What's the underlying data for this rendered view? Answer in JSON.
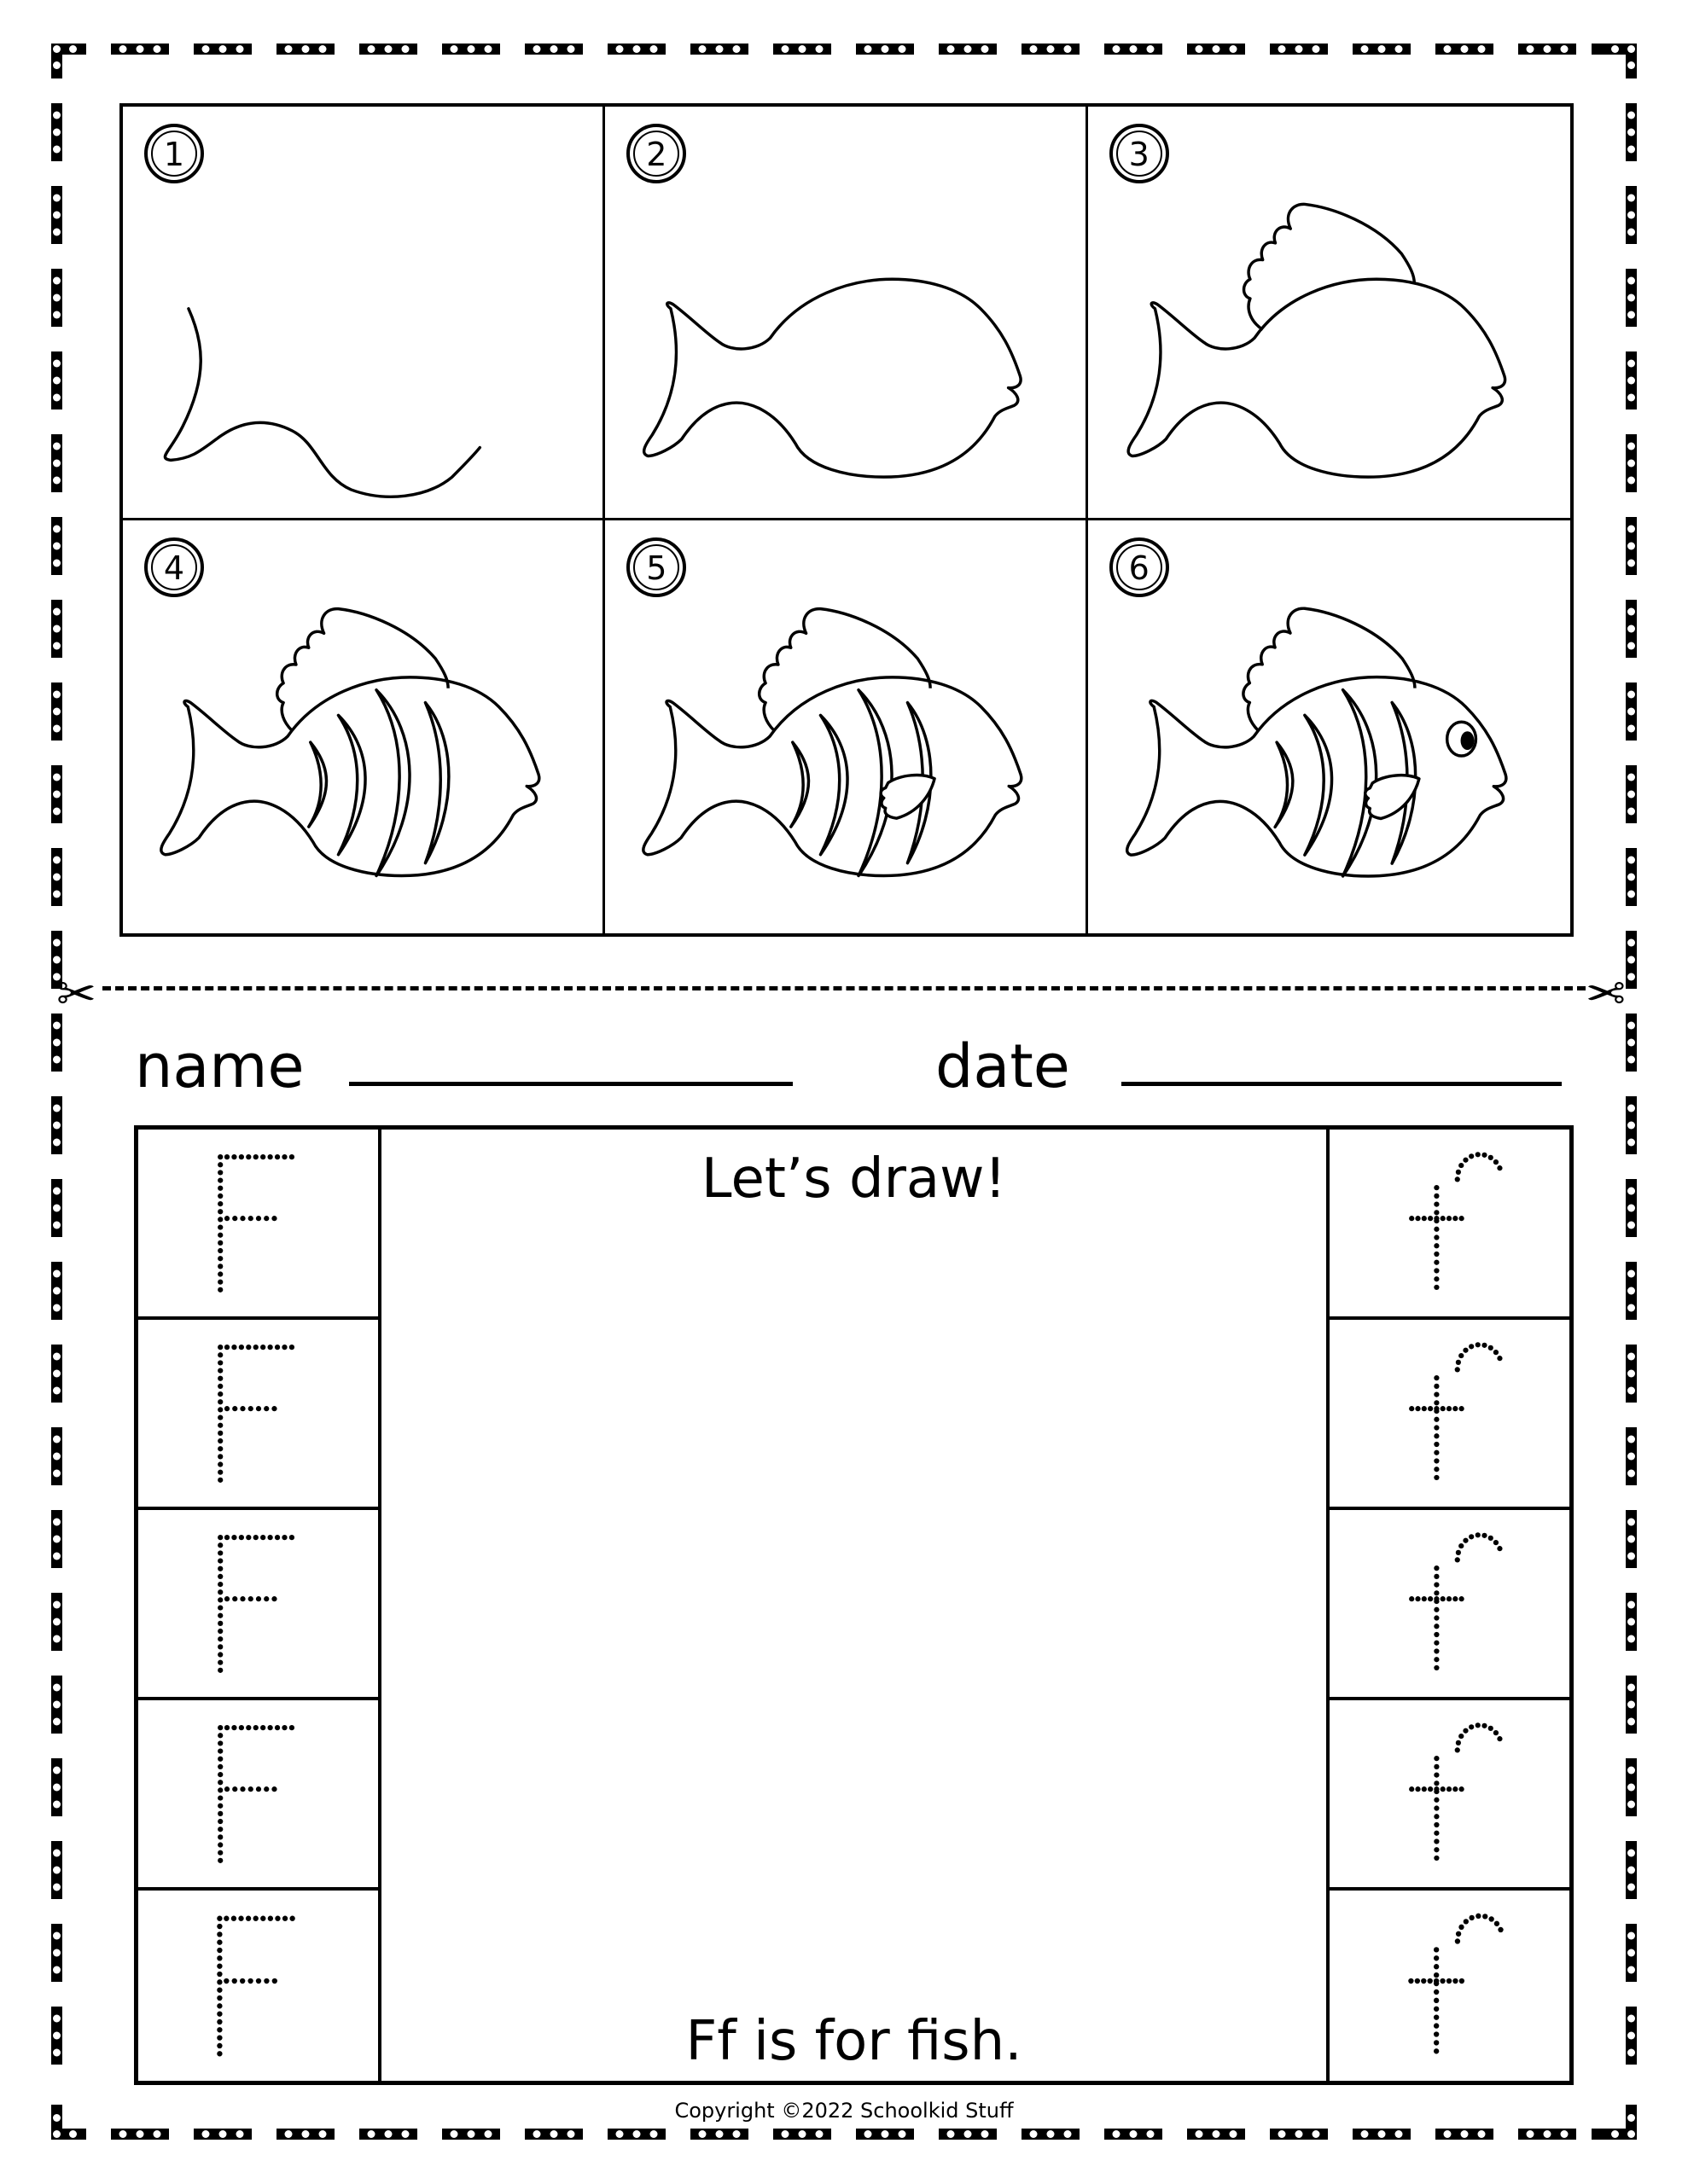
{
  "worksheet": {
    "steps": [
      {
        "number": "1",
        "stage": "tail-and-belly-curve"
      },
      {
        "number": "2",
        "stage": "body-outline"
      },
      {
        "number": "3",
        "stage": "dorsal-fin"
      },
      {
        "number": "4",
        "stage": "stripes"
      },
      {
        "number": "5",
        "stage": "side-fin"
      },
      {
        "number": "6",
        "stage": "eye"
      }
    ],
    "name_label": "name",
    "date_label": "date",
    "name_value": "",
    "date_value": "",
    "draw_title": "Let’s draw!",
    "draw_caption": "Ff is for fish.",
    "uppercase_letter": "F",
    "lowercase_letter": "f",
    "trace_rows": 5,
    "copyright": "Copyright ©2022 Schoolkid Stuff",
    "icons": {
      "cut": "scissors-icon",
      "border": "dotted-frame"
    },
    "colors": {
      "ink": "#000000",
      "paper": "#ffffff"
    }
  }
}
